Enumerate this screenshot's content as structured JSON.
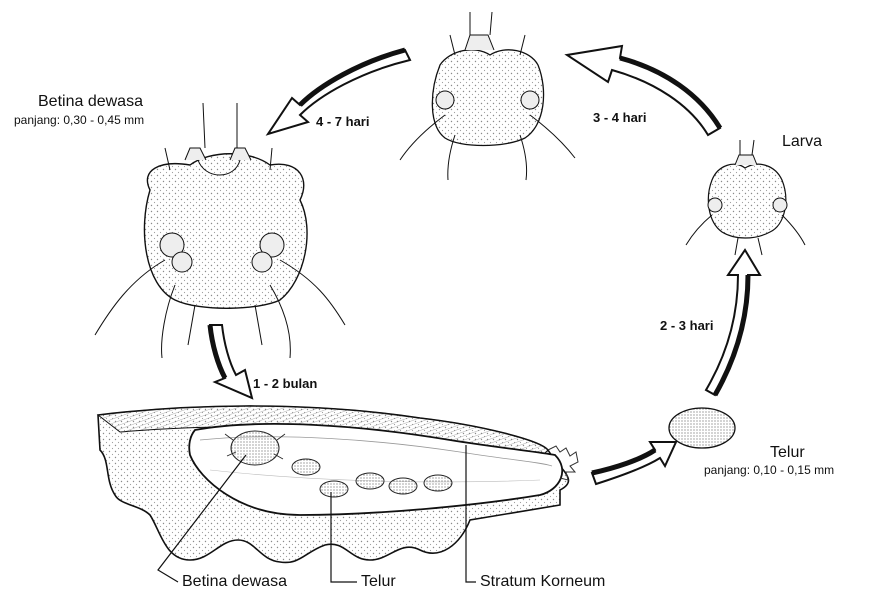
{
  "labels": {
    "adult_title": "Betina dewasa",
    "adult_length": "panjang: 0,30 - 0,45 mm",
    "larva": "Larva",
    "egg_title": "Telur",
    "egg_length": "panjang: 0,10 - 0,15 mm",
    "bottom_adult": "Betina dewasa",
    "bottom_egg": "Telur",
    "bottom_stratum": "Stratum Korneum"
  },
  "durations": {
    "nymph_to_adult": "4 - 7 hari",
    "larva_to_nymph": "3 - 4 hari",
    "egg_to_larva": "2 - 3 hari",
    "adult_to_burrow": "1 - 2 bulan"
  },
  "colors": {
    "ink": "#111111",
    "stipple": "#bdbdbd",
    "arrow_fill": "#ffffff"
  }
}
